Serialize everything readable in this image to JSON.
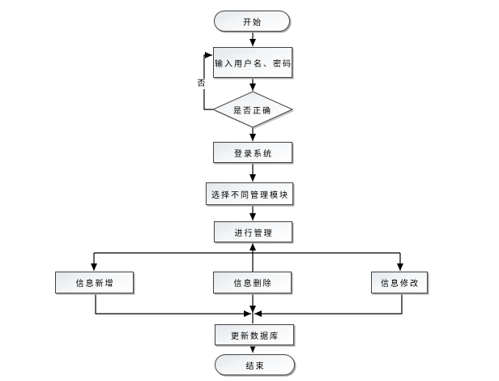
{
  "flowchart": {
    "nodes": {
      "start": "开始",
      "input_credentials": "输入用户名、密码",
      "is_correct": "是否正确",
      "login_system": "登录系统",
      "select_module": "选择不同管理模块",
      "manage": "进行管理",
      "info_add": "信息新增",
      "info_delete": "信息删除",
      "info_modify": "信息修改",
      "update_database": "更新数据库",
      "end": "结束"
    },
    "edge_labels": {
      "no": "否"
    },
    "colors": {
      "background": "#ffffff",
      "node_border": "#424242",
      "node_fill_top": "#e3e7eb",
      "node_fill_bottom": "#ffffff",
      "connector": "#000000",
      "shadow": "#a9a9a9",
      "text": "#000000"
    }
  }
}
